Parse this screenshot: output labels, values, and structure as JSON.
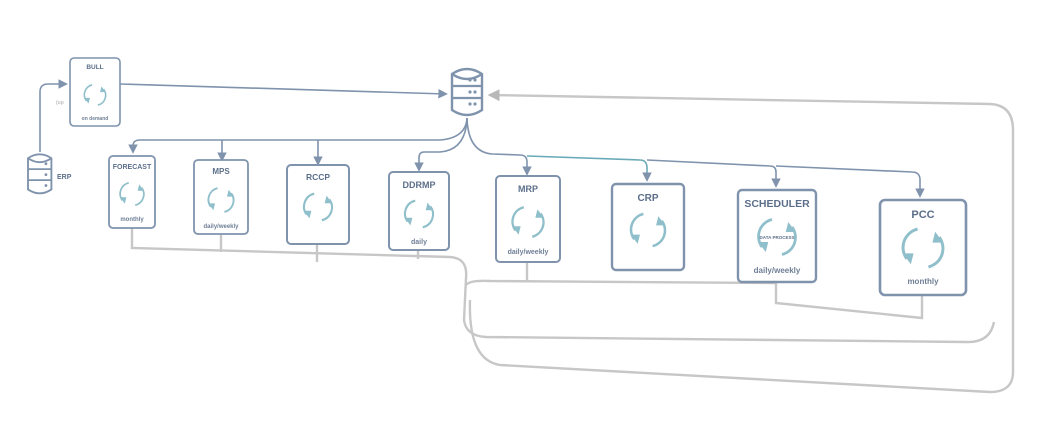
{
  "erp": {
    "label": "ERP"
  },
  "bull": {
    "title": "BULL",
    "sub": "on demand",
    "side": "(up"
  },
  "modules": [
    {
      "id": "forecast",
      "title": "FORECAST",
      "sub": "monthly",
      "inner": ""
    },
    {
      "id": "mps",
      "title": "MPS",
      "sub": "daily/weekly",
      "inner": ""
    },
    {
      "id": "rccp",
      "title": "RCCP",
      "sub": "",
      "inner": ""
    },
    {
      "id": "ddrmp",
      "title": "DDRMP",
      "sub": "daily",
      "inner": ""
    },
    {
      "id": "mrp",
      "title": "MRP",
      "sub": "daily/weekly",
      "inner": ""
    },
    {
      "id": "crp",
      "title": "CRP",
      "sub": "",
      "inner": ""
    },
    {
      "id": "scheduler",
      "title": "SCHEDULER",
      "sub": "daily/weekly",
      "inner": "DATA PROCESS"
    },
    {
      "id": "pcc",
      "title": "PCC",
      "sub": "monthly",
      "inner": ""
    }
  ],
  "colors": {
    "accent": "#7f93ad",
    "cycle": "#8fbfca",
    "feedback": "#c7c7c7",
    "text": "#5c6f8a"
  },
  "icons": {
    "database": "database-icon",
    "cycle": "refresh-cycle-icon"
  }
}
